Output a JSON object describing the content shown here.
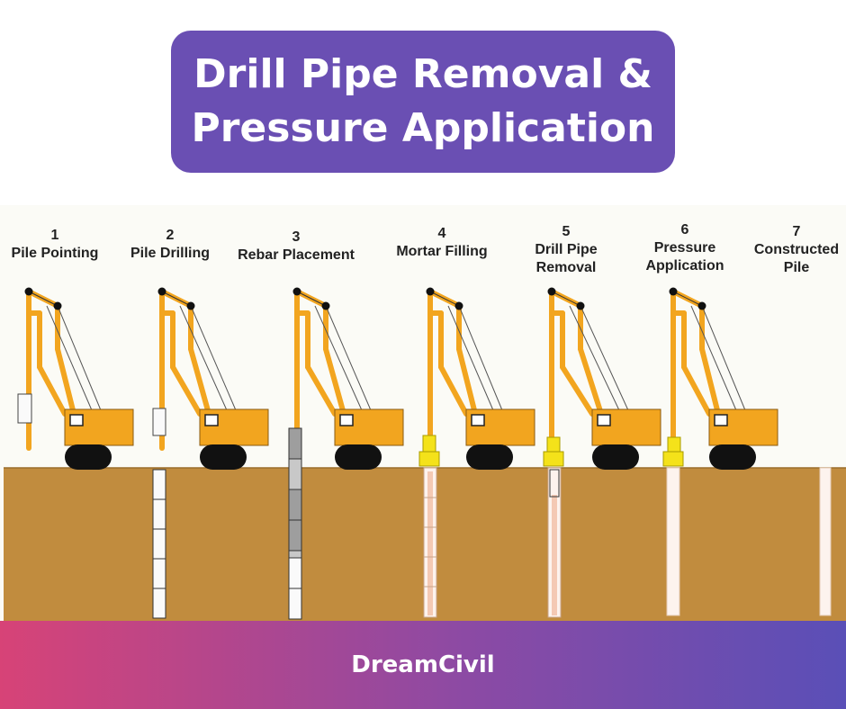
{
  "title": {
    "line1": "Drill Pipe Removal &",
    "line2": "Pressure Application"
  },
  "colors": {
    "title_bg": "#6a4fb3",
    "crane": "#f2a51f",
    "soil": "#c18c3e",
    "casing": "#f4e21a",
    "footer_start": "#d74377",
    "footer_end": "#5a4fb7"
  },
  "steps": [
    {
      "number": "1",
      "label": "Pile Pointing"
    },
    {
      "number": "2",
      "label": "Pile Drilling"
    },
    {
      "number": "3",
      "label": "Rebar Placement"
    },
    {
      "number": "4",
      "label": "Mortar Filling"
    },
    {
      "number": "5",
      "label": "Drill Pipe",
      "label2": "Removal"
    },
    {
      "number": "6",
      "label": "Pressure",
      "label2": "Application"
    },
    {
      "number": "7",
      "label": "Constructed",
      "label2": "Pile"
    }
  ],
  "footer": {
    "brand": "DreamCivil"
  }
}
